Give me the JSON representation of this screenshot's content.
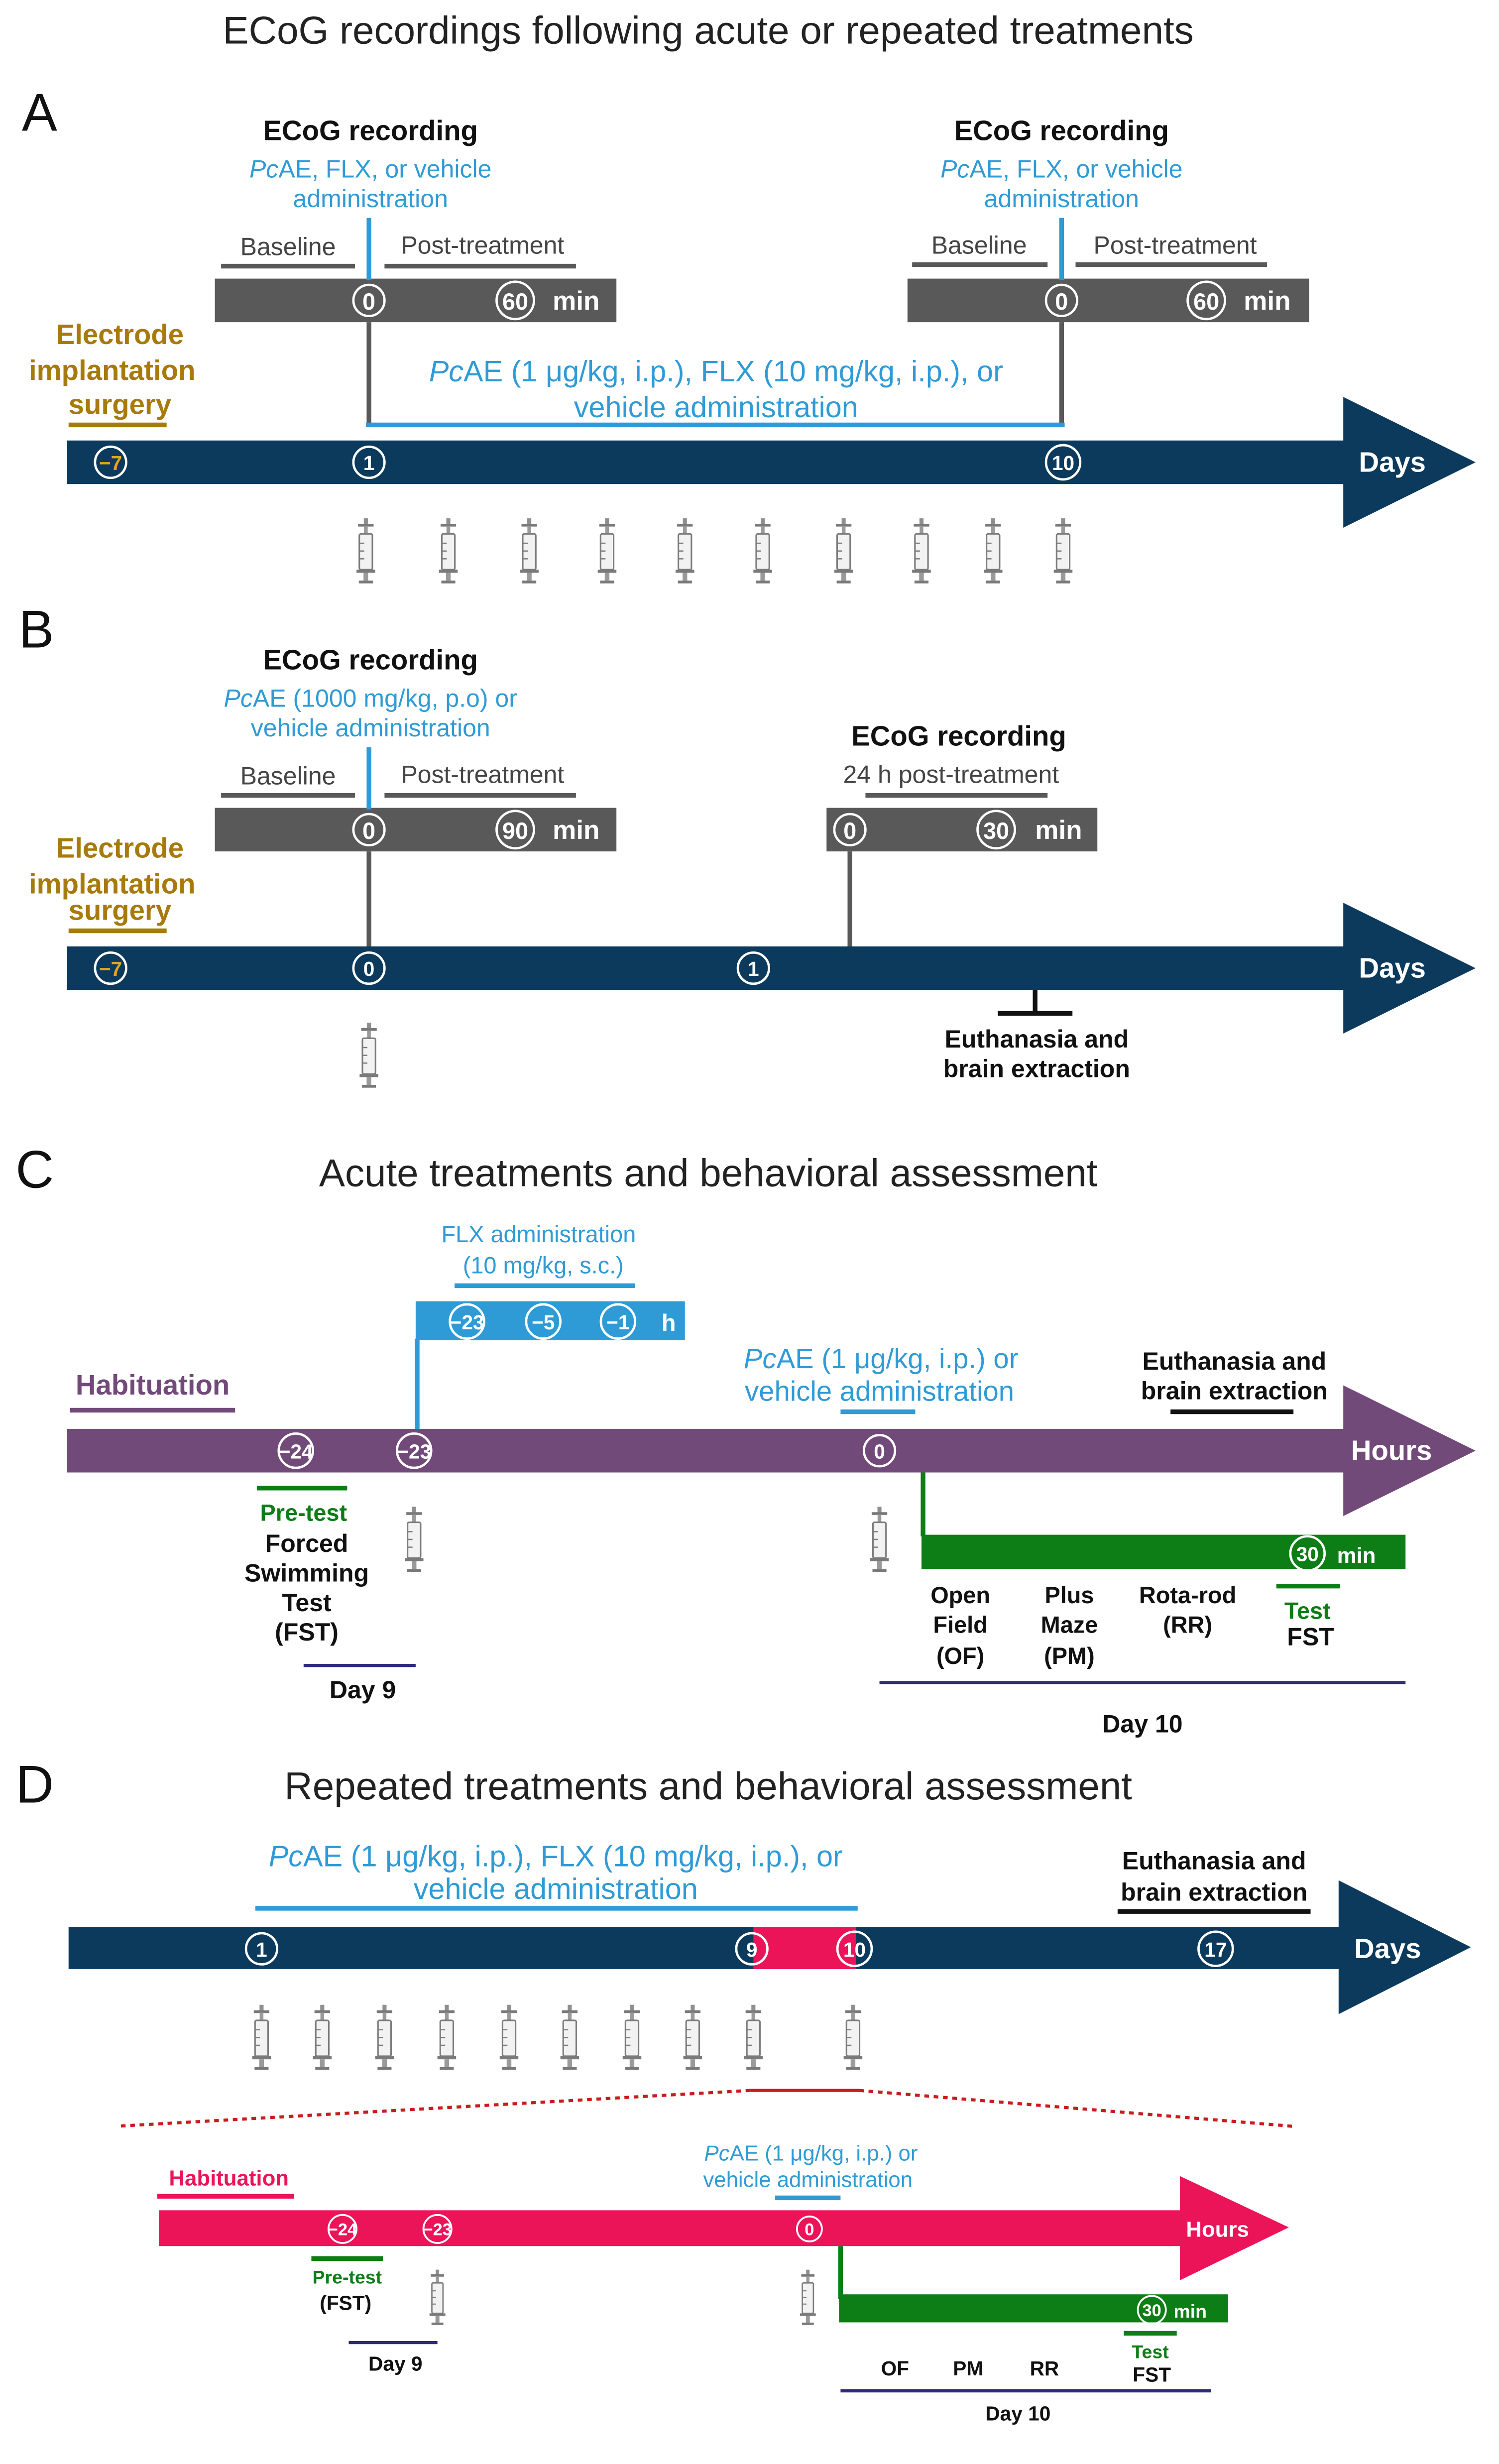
{
  "main_title": "ECoG recordings following acute or repeated treatments",
  "panel_letters": {
    "a": "A",
    "b": "B",
    "c": "C",
    "d": "D"
  },
  "colors": {
    "navy": "#0c3a5c",
    "gray": "#595959",
    "blue": "#2f9bd6",
    "gold": "#a77a0b",
    "purple": "#714a7a",
    "green": "#0d7d16",
    "red": "#ec1459",
    "indigo": "#2d2a7a",
    "black": "#111111"
  },
  "icons": {
    "syringe": "syringe-icon"
  },
  "panel_a": {
    "rec1_title": "ECoG recording",
    "rec1_admin_prefix": "Pc",
    "rec1_admin_l1": "AE, FLX, or vehicle",
    "rec1_admin_l2": "administration",
    "rec1_baseline": "Baseline",
    "rec1_post": "Post-treatment",
    "rec1_t0": "0",
    "rec1_t60": "60",
    "rec1_unit": "min",
    "rec2_title": "ECoG recording",
    "rec2_admin_prefix": "Pc",
    "rec2_admin_l1": "AE, FLX, or vehicle",
    "rec2_admin_l2": "administration",
    "rec2_baseline": "Baseline",
    "rec2_post": "Post-treatment",
    "rec2_t0": "0",
    "rec2_t60": "60",
    "rec2_unit": "min",
    "surgery_l1": "Electrode",
    "surgery_l2": "implantation",
    "surgery_l3": "surgery",
    "treat_prefix": "Pc",
    "treat_l1": "AE (1 μg/kg, i.p.), FLX (10 mg/kg, i.p.), or",
    "treat_l2": "vehicle administration",
    "day_m7": "−7",
    "day_1": "1",
    "day_10": "10",
    "axis": "Days",
    "syringe_count": 10
  },
  "panel_b": {
    "rec1_title": "ECoG recording",
    "rec1_admin_prefix": "Pc",
    "rec1_admin_l1": "AE (1000 mg/kg, p.o) or",
    "rec1_admin_l2": "vehicle administration",
    "rec1_baseline": "Baseline",
    "rec1_post": "Post-treatment",
    "rec1_t0": "0",
    "rec1_t90": "90",
    "rec1_unit": "min",
    "rec2_title": "ECoG recording",
    "rec2_sub": "24 h post-treatment",
    "rec2_t0": "0",
    "rec2_t30": "30",
    "rec2_unit": "min",
    "surgery_l1": "Electrode",
    "surgery_l2": "implantation",
    "surgery_l3": "surgery",
    "day_m7": "−7",
    "day_0": "0",
    "day_1": "1",
    "axis": "Days",
    "euth_l1": "Euthanasia and",
    "euth_l2": "brain extraction"
  },
  "panel_c": {
    "title": "Acute treatments and behavioral assessment",
    "flx_l1": "FLX administration",
    "flx_l2": "(10 mg/kg, s.c.)",
    "flx_t1": "−23",
    "flx_t2": "−5",
    "flx_t3": "−1",
    "flx_unit": "h",
    "habituation": "Habituation",
    "admin_prefix": "Pc",
    "admin_l1": "AE (1 μg/kg, i.p.) or",
    "admin_l2": "vehicle administration",
    "euth_l1": "Euthanasia and",
    "euth_l2": "brain extraction",
    "h_m24": "−24",
    "h_m23": "−23",
    "h_0": "0",
    "axis": "Hours",
    "pretest": "Pre-test",
    "fst_l1": "Forced",
    "fst_l2": "Swimming",
    "fst_l3": "Test",
    "fst_l4": "(FST)",
    "day9": "Day 9",
    "t30": "30",
    "unit": "min",
    "of_l1": "Open",
    "of_l2": "Field",
    "of_l3": "(OF)",
    "pm_l1": "Plus",
    "pm_l2": "Maze",
    "pm_l3": "(PM)",
    "rr_l1": "Rota-rod",
    "rr_l2": "(RR)",
    "test": "Test",
    "fst": "FST",
    "day10": "Day 10"
  },
  "panel_d": {
    "title": "Repeated treatments and behavioral assessment",
    "treat_prefix": "Pc",
    "treat_l1": "AE (1 μg/kg, i.p.), FLX (10 mg/kg, i.p.), or",
    "treat_l2": "vehicle administration",
    "euth_l1": "Euthanasia and",
    "euth_l2": "brain extraction",
    "day_1": "1",
    "day_9": "9",
    "day_10": "10",
    "day_17": "17",
    "axis": "Days",
    "syringe_count": 10,
    "habituation": "Habituation",
    "admin_prefix": "Pc",
    "admin_l1": "AE (1 μg/kg, i.p.) or",
    "admin_l2": "vehicle administration",
    "h_m24": "−24",
    "h_m23": "−23",
    "h_0": "0",
    "axis2": "Hours",
    "pretest": "Pre-test",
    "pretest_fst": "(FST)",
    "day9": "Day 9",
    "t30": "30",
    "unit": "min",
    "test": "Test",
    "fst": "FST",
    "of": "OF",
    "pm": "PM",
    "rr": "RR",
    "day10": "Day 10"
  }
}
